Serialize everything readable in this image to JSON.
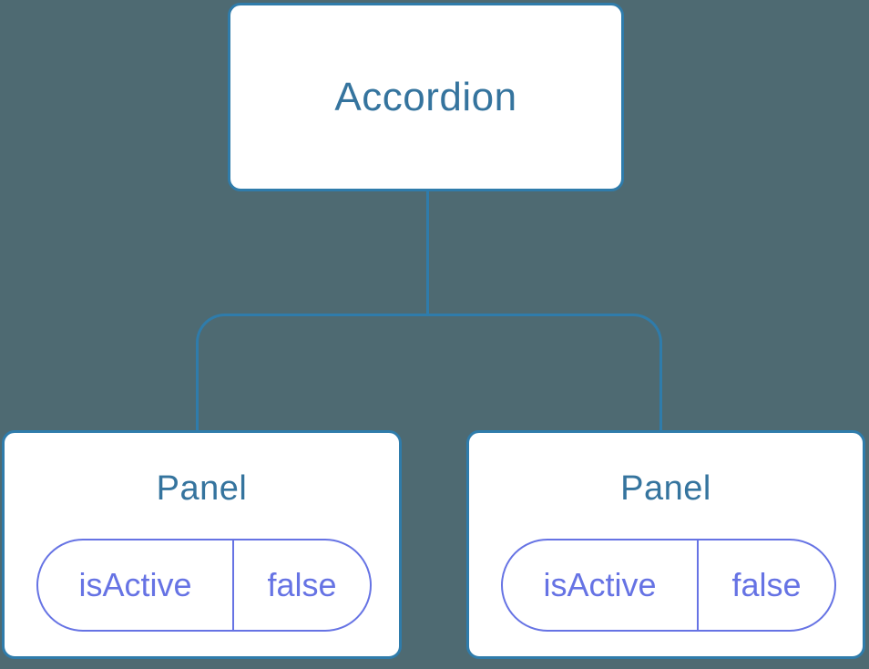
{
  "diagram": {
    "type": "component-tree",
    "colors": {
      "background": "#4e6a72",
      "node_fill": "#ffffff",
      "node_border": "#2f7cab",
      "node_label_text": "#35749e",
      "connector": "#2f7cab",
      "state_accent": "#6673e4"
    },
    "root": {
      "label": "Accordion"
    },
    "children": [
      {
        "label": "Panel",
        "state": {
          "name": "isActive",
          "value": "false"
        }
      },
      {
        "label": "Panel",
        "state": {
          "name": "isActive",
          "value": "false"
        }
      }
    ]
  }
}
